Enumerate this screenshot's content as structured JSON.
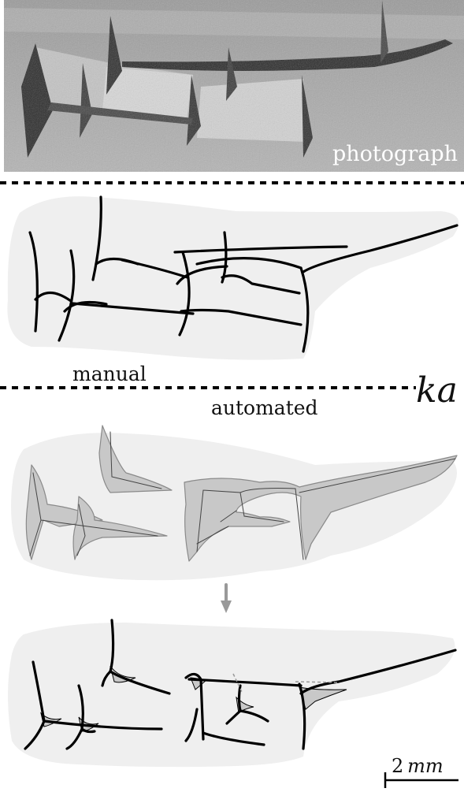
{
  "figure": {
    "photo_label": "photograph",
    "manual_label": "manual",
    "automated_label": "automated",
    "sign_label": "ka",
    "scale": {
      "number": "2",
      "unit": "mm"
    }
  },
  "colors": {
    "stroke": "#000000",
    "blob_fill": "#efefef",
    "wedge_fill": "#c8c8c8",
    "arrow": "#999999"
  }
}
